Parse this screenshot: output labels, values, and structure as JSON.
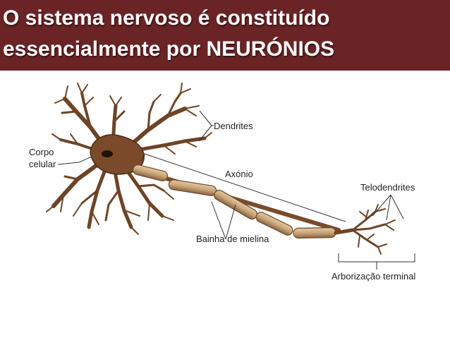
{
  "slide": {
    "title_line1": "O sistema nervoso é constituído",
    "title_line2": "essencialmente por NEURÓNIOS"
  },
  "diagram": {
    "labels": {
      "corpo": "Corpo",
      "celular": "celular",
      "dendrites": "Dendrites",
      "axonio": "Axónio",
      "telodendrites": "Telodendrites",
      "bainha": "Bainha de mielina",
      "arborizacao": "Arborização terminal"
    },
    "colors": {
      "title_bg": "#6b2426",
      "neuron": "#7a4a2a",
      "myelin": "#c9a57a",
      "nucleus": "#1e120a"
    }
  }
}
